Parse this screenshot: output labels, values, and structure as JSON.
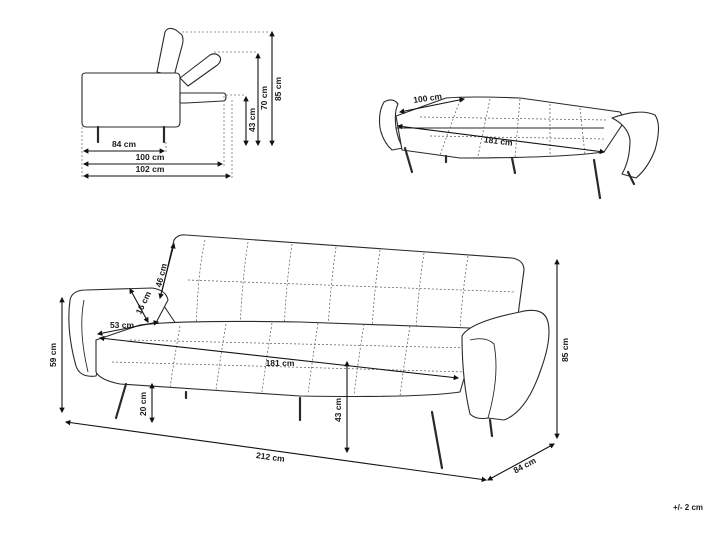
{
  "dimensions": {
    "side_seat_depth": "84 cm",
    "side_reclined_depth": "100 cm",
    "side_flat_depth": "102 cm",
    "side_seat_height": "43 cm",
    "side_back_height": "70 cm",
    "side_total_height": "85 cm",
    "bed_width": "100 cm",
    "bed_length": "181 cm",
    "backrest_height": "46 cm",
    "armrest_inner_height": "16 cm",
    "armrest_depth": "53 cm",
    "arm_height": "59 cm",
    "seat_length": "181 cm",
    "leg_height": "20 cm",
    "seat_height": "43 cm",
    "total_width": "212 cm",
    "total_depth": "84 cm",
    "total_height": "85 cm"
  },
  "tolerance": "+/- 2 cm"
}
